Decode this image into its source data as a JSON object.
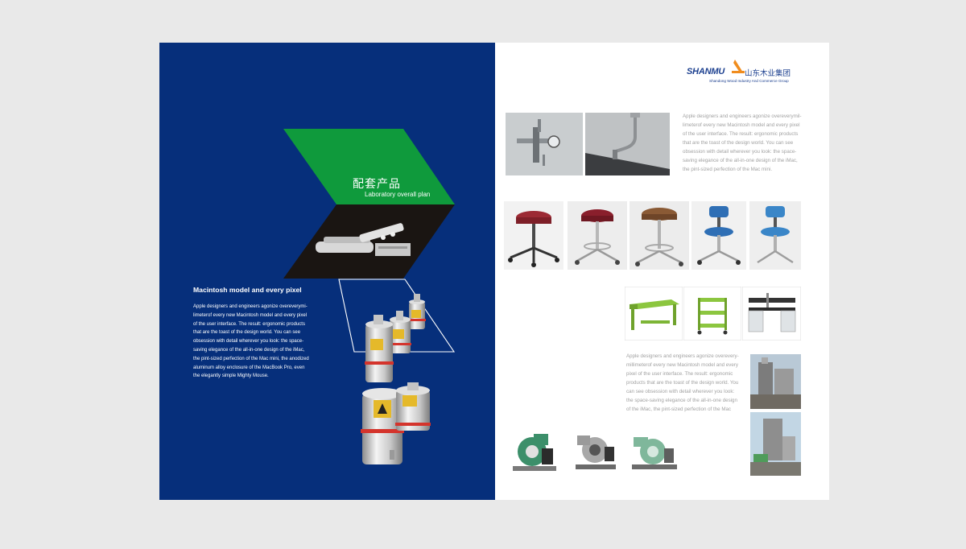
{
  "left_page": {
    "section_title_cn": "配套产品",
    "section_subtitle": "Laboratory overall plan",
    "heading": "Macintosh model and every pixel",
    "body_lines": [
      "Apple designers and engineers agonize overeverymi-",
      "limeterof every new Macintosh model and every pixel",
      "of the user interface. The result: ergonomic products",
      "that are the toast of the design world. You can see",
      "obsession with detail wherever you look: the space-",
      "saving elegance of the all-in-one design of the iMac,",
      "the pint-sized perfection of the Mac mini, the anodized",
      "aluminum alloy enclosure of the MacBook Pro, even",
      "the elegantly simple Mighty Mouse."
    ]
  },
  "right_page": {
    "logo": {
      "brand": "SHANMU",
      "brand_cn": "山东木业集团",
      "tagline": "Shandong Wood Industry And Commerce Group"
    },
    "caption_top_lines": [
      "Apple designers and engineers agonize overeverymil-",
      "limeterof every new Macintosh model and every pixel",
      "of the user interface. The result: ergonomic products",
      "that are the toast of the design world. You can see",
      "obsession with detail wherever you look: the space-",
      "saving elegance of the all-in-one design of the iMac,",
      "the pint-sized perfection of the Mac mini."
    ],
    "caption_bottom_lines": [
      "Apple designers and engineers agonize overevery-",
      "millimeterof every new Macintosh model and every",
      "pixel of the user interface. The result: ergonomic",
      "products that are the toast of the design world. You",
      "can see obsession with detail wherever you look:",
      "the space-saving elegance of the all-in-one design",
      "of the iMac, the pint-sized perfection of the Mac"
    ]
  },
  "colors": {
    "navy": "#062f7b",
    "green": "#0f9a3c",
    "dark": "#1a1512",
    "logo_orange": "#f08c1e",
    "logo_blue": "#1b3f8f",
    "caption_gray": "#a2a2a2"
  },
  "images": [
    "valve-photo",
    "nozzle-photo",
    "stool-red-casters",
    "stool-red-chrome",
    "stool-brown-chrome",
    "chair-blue-casters",
    "chair-blue-glides",
    "workbench-green",
    "cart-green",
    "lab-bench",
    "fume-hood-photo-1",
    "fume-hood-photo-2",
    "blower-green",
    "blower-gray",
    "blower-teal",
    "safety-cans",
    "lab-accessory-photo"
  ]
}
